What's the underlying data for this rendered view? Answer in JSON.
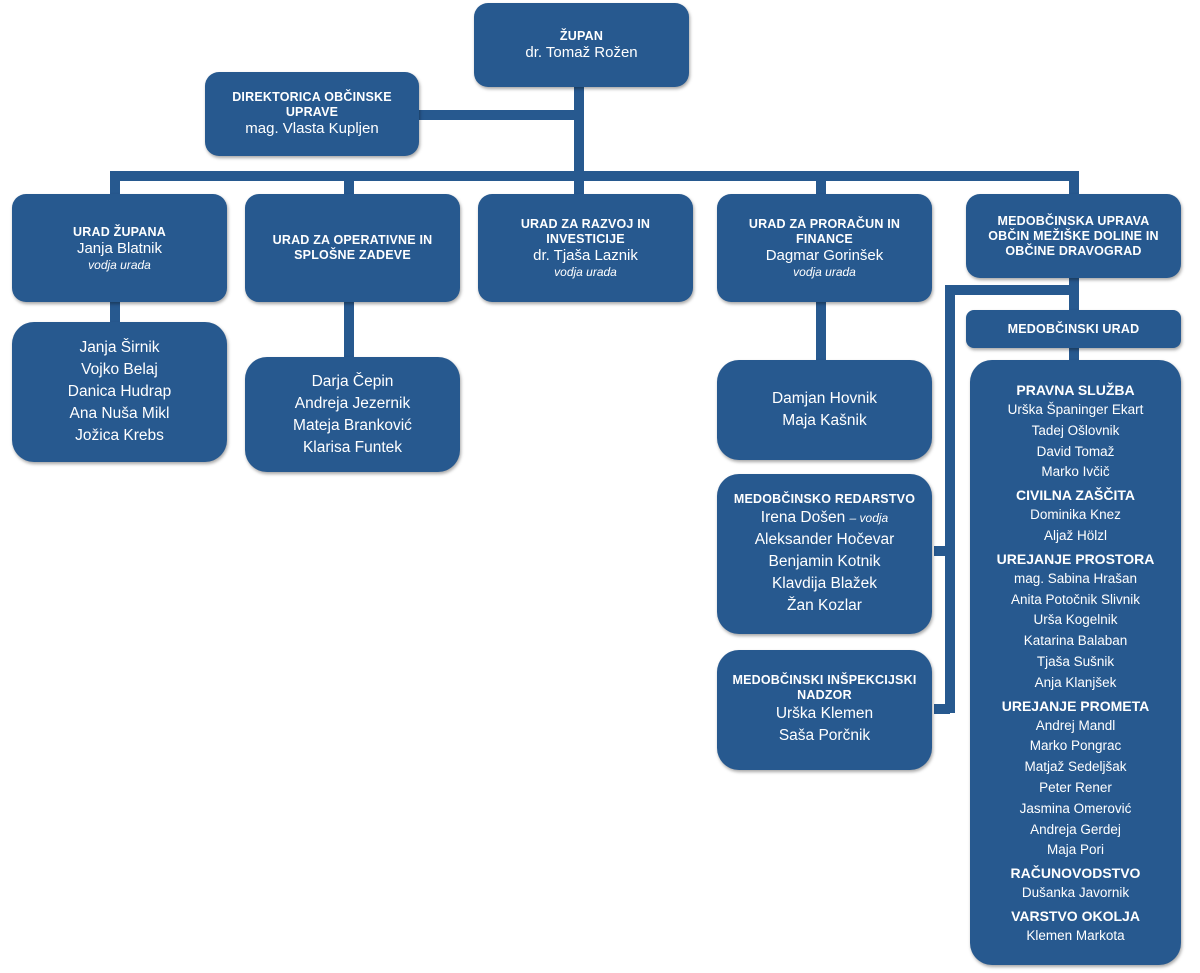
{
  "zupan": {
    "title": "ŽUPAN",
    "name": "dr. Tomaž Rožen"
  },
  "direktorica": {
    "title_line1": "DIREKTORICA OBČINSKE",
    "title_line2": "UPRAVE",
    "name": "mag. Vlasta Kupljen"
  },
  "urad_zupana": {
    "title": "URAD ŽUPANA",
    "name": "Janja Blatnik",
    "role": "vodja urada",
    "members": [
      "Janja Širnik",
      "Vojko Belaj",
      "Danica Hudrap",
      "Ana Nuša Mikl",
      "Jožica Krebs"
    ]
  },
  "urad_operativne": {
    "title_line1": "URAD ZA OPERATIVNE IN",
    "title_line2": "SPLOŠNE ZADEVE",
    "members": [
      "Darja Čepin",
      "Andreja Jezernik",
      "Mateja Branković",
      "Klarisa Funtek"
    ]
  },
  "urad_razvoj": {
    "title_line1": "URAD ZA RAZVOJ IN",
    "title_line2": "INVESTICIJE",
    "name": "dr. Tjaša Laznik",
    "role": "vodja urada"
  },
  "urad_proracun": {
    "title_line1": "URAD ZA PRORAČUN IN",
    "title_line2": "FINANCE",
    "name": "Dagmar Gorinšek",
    "role": "vodja urada",
    "members": [
      "Damjan Hovnik",
      "Maja Kašnik"
    ]
  },
  "medobcinska_uprava": {
    "title_line1": "MEDOBČINSKA UPRAVA",
    "title_line2": "OBČIN MEŽIŠKE DOLINE IN",
    "title_line3": "OBČINE DRAVOGRAD"
  },
  "medobcinski_urad": {
    "title": "MEDOBČINSKI URAD"
  },
  "redarstvo": {
    "title": "MEDOBČINSKO REDARSTVO",
    "lead_name": "Irena Došen",
    "lead_role": "– vodja",
    "members": [
      "Aleksander Hočevar",
      "Benjamin Kotnik",
      "Klavdija Blažek",
      "Žan Kozlar"
    ]
  },
  "inspekcija": {
    "title_line1": "MEDOBČINSKI INŠPEKCIJSKI",
    "title_line2": "NADZOR",
    "members": [
      "Urška Klemen",
      "Saša Porčnik"
    ]
  },
  "pravna": {
    "sections": [
      {
        "title": "PRAVNA SLUŽBA",
        "members": [
          "Urška Španinger Ekart",
          "Tadej Ošlovnik",
          "David Tomaž",
          "Marko Ivčič"
        ]
      },
      {
        "title": "CIVILNA ZAŠČITA",
        "members": [
          "Dominika Knez",
          "Aljaž Hölzl"
        ]
      },
      {
        "title": "UREJANJE PROSTORA",
        "members": [
          "mag. Sabina Hrašan",
          "Anita Potočnik Slivnik",
          "Urša Kogelnik",
          "Katarina Balaban",
          "Tjaša Sušnik",
          "Anja Klanjšek"
        ]
      },
      {
        "title": "UREJANJE PROMETA",
        "members": [
          "Andrej Mandl",
          "Marko Pongrac",
          "Matjaž Sedeljšak",
          "Peter Rener",
          "Jasmina Omerović",
          "Andreja Gerdej",
          "Maja Pori"
        ]
      },
      {
        "title": "RAČUNOVODSTVO",
        "members": [
          "Dušanka Javornik"
        ]
      },
      {
        "title": "VARSTVO OKOLJA",
        "members": [
          "Klemen Markota"
        ]
      }
    ]
  },
  "colors": {
    "box": "#27598f",
    "text": "#ffffff"
  }
}
